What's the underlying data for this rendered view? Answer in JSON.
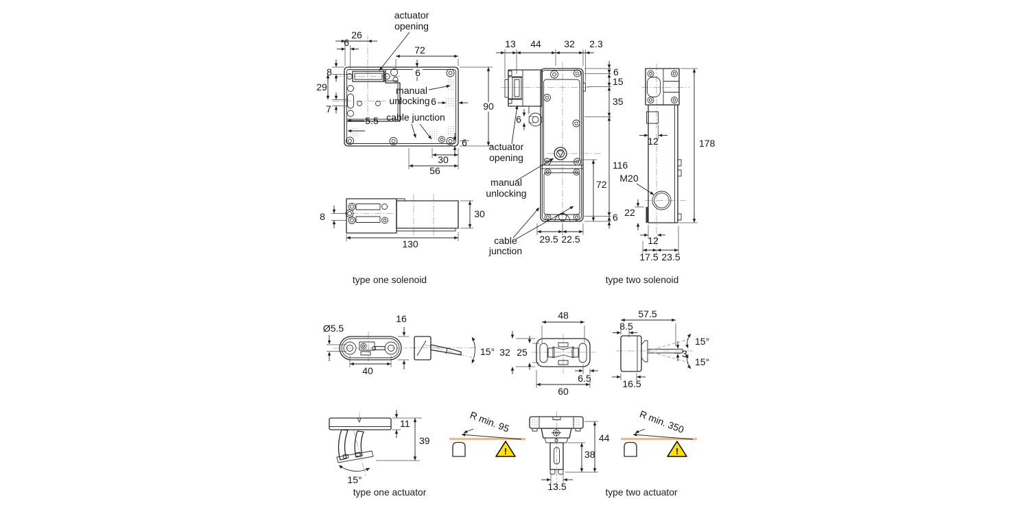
{
  "page": {
    "background": "#ffffff",
    "ink": "#2b2b2b",
    "centerline_color": "#a3a3a3",
    "orange_line": "#f2ba7d",
    "warning_yellow": "#ffe000"
  },
  "captions": {
    "solenoid_one": "type one solenoid",
    "solenoid_two": "type two solenoid",
    "actuator_one": "type one actuator",
    "actuator_two": "type two actuator"
  },
  "solenoid_one_front": {
    "label_actuator_1": "actuator",
    "label_actuator_2": "opening",
    "label_manual_1": "manual",
    "label_manual_2": "unlocking",
    "label_cable": "cable junction",
    "dim_26": "26",
    "dim_6_top": "6",
    "dim_72": "72",
    "dim_8": "8",
    "dim_29": "29",
    "dim_7": "7",
    "dim_5_5": "5.5",
    "dim_6_slot": "6",
    "dim_6_right": "6",
    "dim_90": "90",
    "dim_6_bottom": "6",
    "dim_30": "30",
    "dim_56": "56"
  },
  "solenoid_one_side": {
    "dim_8": "8",
    "dim_30": "30",
    "dim_130": "130"
  },
  "solenoid_two_front": {
    "label_actuator_1": "actuator",
    "label_actuator_2": "opening",
    "label_manual_1": "manual",
    "label_manual_2": "unlocking",
    "label_cable_1": "cable",
    "label_cable_2": "junction",
    "dim_13": "13",
    "dim_44": "44",
    "dim_32": "32",
    "dim_2_3": "2.3",
    "dim_6_top": "6",
    "dim_15": "15",
    "dim_35": "35",
    "dim_6_lug": "6",
    "dim_116": "116",
    "dim_72": "72",
    "dim_6_bottom": "6",
    "dim_29_5": "29.5",
    "dim_22_5": "22.5"
  },
  "solenoid_two_side": {
    "dim_12_top": "12",
    "dim_178": "178",
    "label_m20": "M20",
    "dim_22": "22",
    "dim_12_bottom": "12",
    "dim_17_5": "17.5",
    "dim_23_5": "23.5"
  },
  "actuator_one_plan": {
    "dim_dia": "Ø5.5",
    "dim_16": "16",
    "dim_40": "40",
    "dim_15deg": "15°"
  },
  "actuator_two_plan": {
    "dim_48": "48",
    "dim_32": "32",
    "dim_25": "25",
    "dim_6_5": "6.5",
    "dim_60": "60",
    "dim_57_5": "57.5",
    "dim_8_5": "8.5",
    "dim_3": "3",
    "dim_15deg_up": "15°",
    "dim_15deg_down": "15°",
    "dim_16_5": "16.5"
  },
  "actuator_one_front": {
    "dim_11": "11",
    "dim_39": "39",
    "dim_15deg": "15°",
    "radius_note": "R min. 95",
    "warning_mark": "!"
  },
  "actuator_two_front": {
    "dim_44": "44",
    "dim_38": "38",
    "dim_13_5": "13.5",
    "radius_note": "R min. 350",
    "warning_mark": "!"
  }
}
